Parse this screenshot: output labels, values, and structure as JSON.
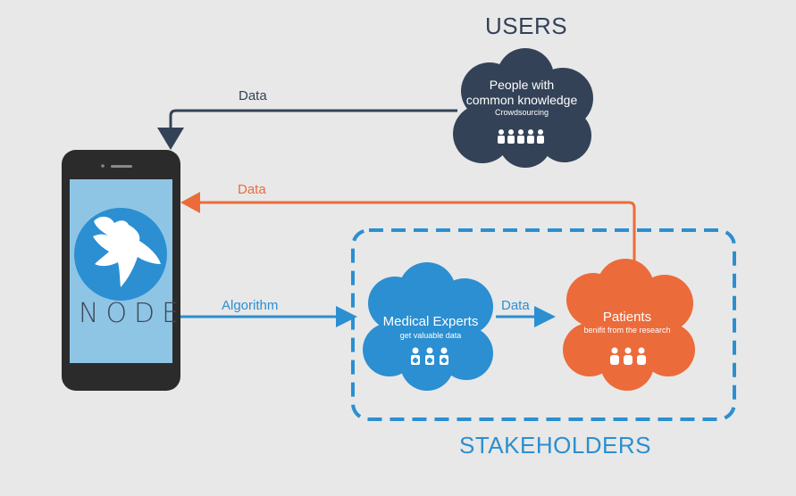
{
  "colors": {
    "background": "#e8e8e8",
    "navy": "#334257",
    "blue": "#2b8fd1",
    "orange": "#ec6b3a",
    "phone": "#2b2b2b",
    "screen": "#8fc5e4"
  },
  "users": {
    "title": "USERS",
    "cloud_title_line1": "People with",
    "cloud_title_line2": "common knowledge",
    "cloud_subtitle": "Crowdsourcing"
  },
  "stakeholders": {
    "title": "STAKEHOLDERS",
    "medical": {
      "title": "Medical Experts",
      "subtitle": "get valuable data"
    },
    "patients": {
      "title": "Patients",
      "subtitle": "benifit from the research"
    }
  },
  "phone": {
    "app_name": "NODE",
    "logo_icon": "bird-globe-icon"
  },
  "edges": {
    "users_to_phone": "Data",
    "patients_to_phone": "Data",
    "phone_to_medical": "Algorithm",
    "medical_to_patients": "Data"
  }
}
